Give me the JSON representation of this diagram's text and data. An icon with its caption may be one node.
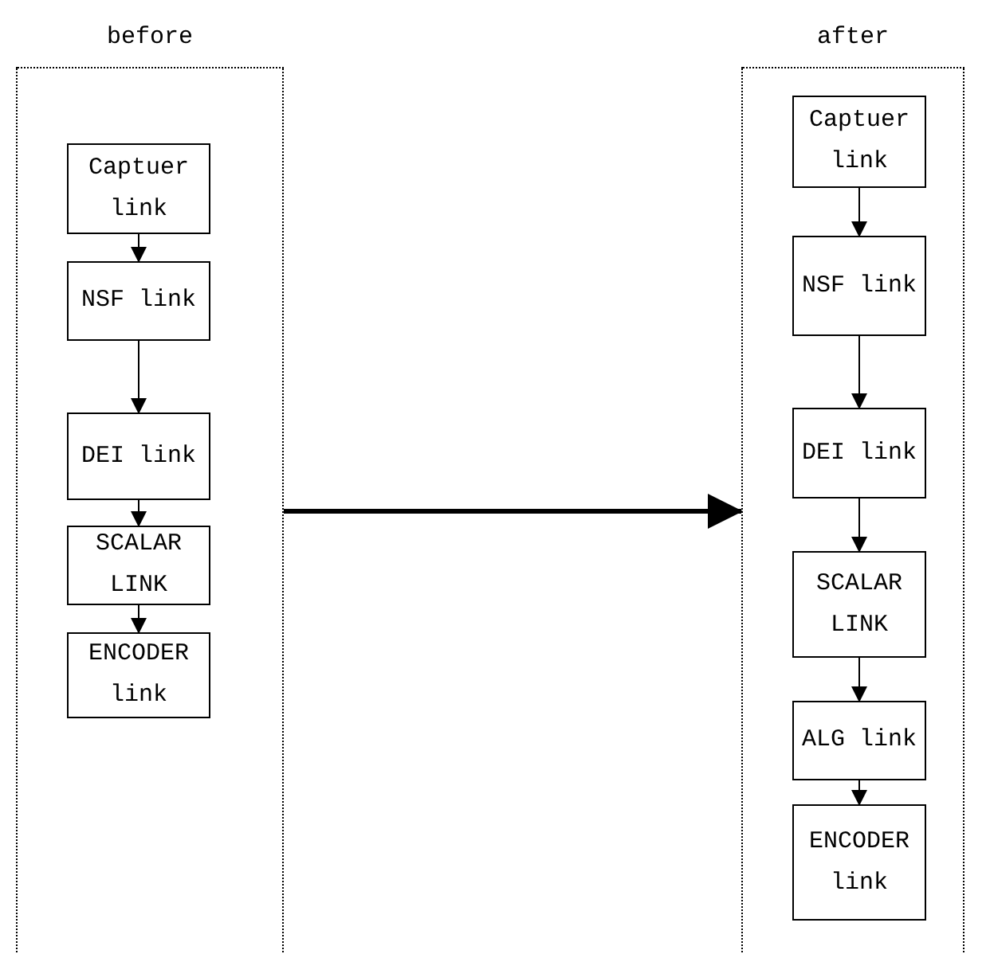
{
  "diagram": {
    "nodes": [
      {
        "text": [
          "before"
        ]
      },
      {
        "text": [
          "Captuer link"
        ],
        "in": 0
      },
      {
        "text": [
          "NSF link"
        ],
        "in": 0
      },
      {
        "text": [
          "DEI link"
        ],
        "in": 0
      },
      {
        "text": [
          "SCALAR LINK"
        ],
        "in": 0
      },
      {
        "text": [
          "ENCODER link"
        ],
        "in": 0
      },
      {
        "text": [
          "after"
        ]
      },
      {
        "text": [
          "Captuer link"
        ],
        "in": 6
      },
      {
        "text": [
          "NSF link"
        ],
        "in": 6
      },
      {
        "text": [
          "DEI link"
        ],
        "in": 6
      },
      {
        "text": [
          "SCALAR LINK"
        ],
        "in": 6
      },
      {
        "text": [
          "ALG link"
        ],
        "in": 6
      },
      {
        "text": [
          "ENCODER link"
        ],
        "in": 6
      }
    ],
    "edges": [
      {
        "from": 1,
        "to": 2,
        "arrow": "to"
      },
      {
        "from": 2,
        "to": 3,
        "arrow": "to"
      },
      {
        "from": 3,
        "to": 4,
        "arrow": "to"
      },
      {
        "from": 4,
        "to": 5,
        "arrow": "to"
      },
      {
        "from": 0,
        "to": 6,
        "arrow": "to",
        "style": "thick"
      },
      {
        "from": 7,
        "to": 8,
        "arrow": "to"
      },
      {
        "from": 8,
        "to": 9,
        "arrow": "to"
      },
      {
        "from": 9,
        "to": 10,
        "arrow": "to"
      },
      {
        "from": 10,
        "to": 11,
        "arrow": "to"
      },
      {
        "from": 11,
        "to": 12,
        "arrow": "to"
      }
    ]
  }
}
